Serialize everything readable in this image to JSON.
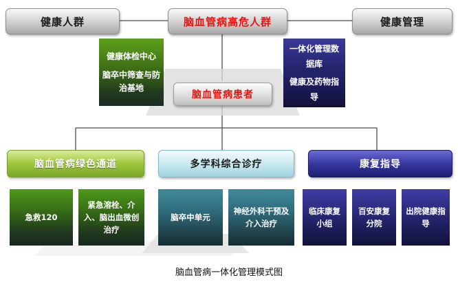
{
  "top": {
    "left": "健康人群",
    "center": "脑血管病高危人群",
    "right": "健康管理"
  },
  "left_panel": [
    "健康体检中心",
    "脑卒中筛查与防治基地"
  ],
  "right_panel": [
    "一体化管理数据库",
    "健康及药物指导"
  ],
  "patient": "脑血管病患者",
  "bands": {
    "green": "脑血管病绿色通道",
    "teal": "多学科综合诊疗",
    "navy": "康复指导"
  },
  "subs": {
    "green": [
      "急救120",
      "紧急溶栓、介入、脑出血微创治疗"
    ],
    "teal": [
      "脑卒中单元",
      "神经外科干预及介入治疗"
    ],
    "navy": [
      "临床康复小组",
      "百安康复分院",
      "出院健康指导"
    ]
  },
  "caption": "脑血管病一体化管理模式图",
  "colors": {
    "accent_red": "#e8140f",
    "green": "#3d6e16",
    "navy": "#262670",
    "teal": "#9fd3df"
  }
}
